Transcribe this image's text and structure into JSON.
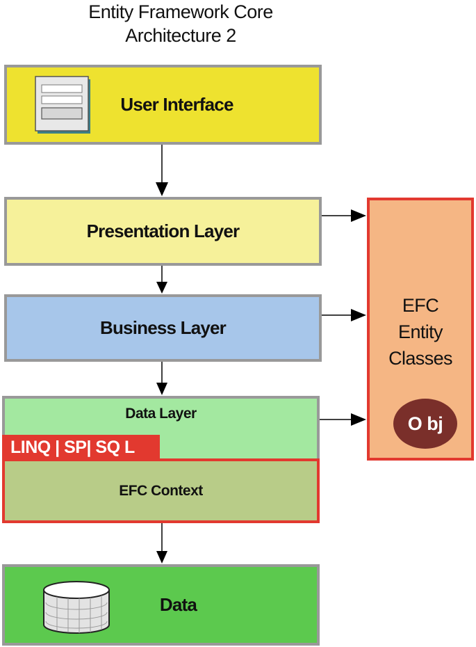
{
  "title": {
    "line1": "Entity Framework Core",
    "line2": "Architecture 2"
  },
  "layers": {
    "user_interface": "User Interface",
    "presentation": "Presentation Layer",
    "business": "Business Layer",
    "data_layer": "Data Layer",
    "linq_tag": "LINQ | SP| SQ L",
    "efc_context": "EFC Context",
    "data": "Data"
  },
  "entity_classes": {
    "line1": "EFC",
    "line2": "Entity",
    "line3": "Classes",
    "obj": "O bj"
  },
  "colors": {
    "ui_yellow": "#eee22f",
    "presentation_yellow": "#f6f19a",
    "business_blue": "#a7c6ea",
    "data_layer_green": "#a3e8a0",
    "efc_context_olive": "#b8cc88",
    "data_green": "#5cc94e",
    "entity_orange": "#f5b684",
    "accent_red": "#e2392f",
    "obj_maroon": "#7a2f2a",
    "border_gray": "#999999"
  },
  "icons": [
    "form-window-icon",
    "database-cylinder-icon"
  ]
}
